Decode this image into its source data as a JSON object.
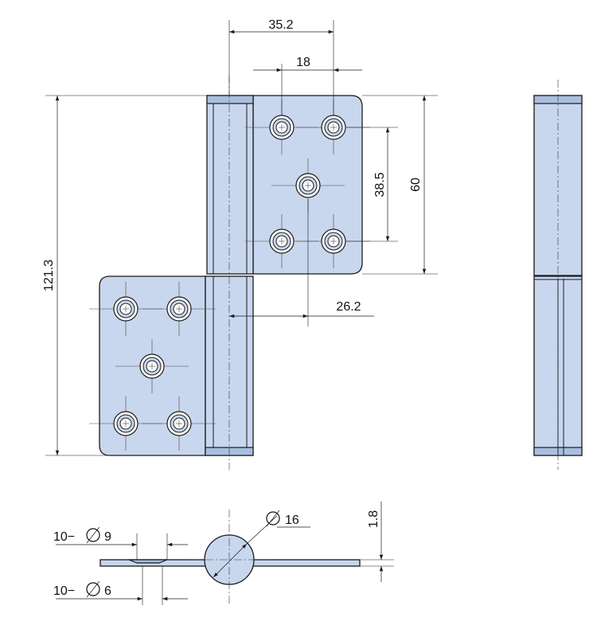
{
  "dimensions": {
    "top_width": "35.2",
    "hole_pitch_horizontal": "18",
    "hole_pitch_vertical": "38.5",
    "leaf_height": "60",
    "total_height": "121.3",
    "pin_offset": "26.2",
    "thickness": "1.8",
    "pin_diameter": "16",
    "hole_countersink": "10−",
    "hole_countersink_diameter": "9",
    "hole_through": "10−",
    "hole_through_diameter": "6"
  },
  "colors": {
    "part_fill": "#c8d7ee",
    "outline": "#1a1a1a"
  }
}
